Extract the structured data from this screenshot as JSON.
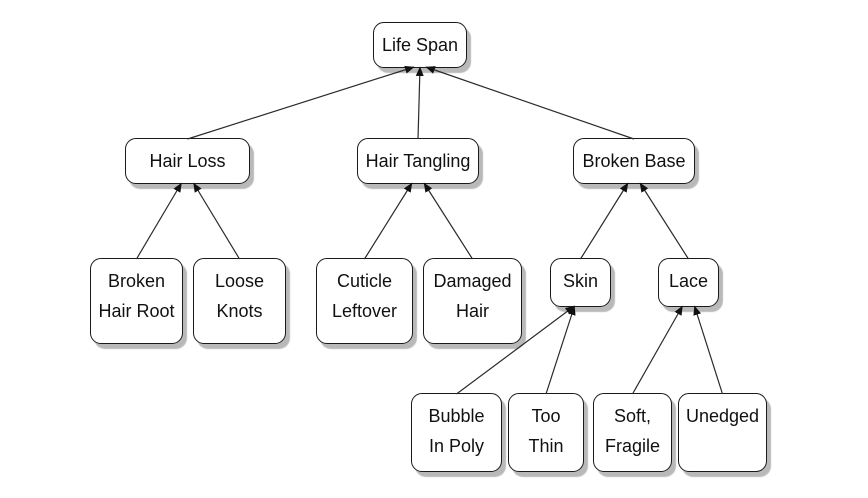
{
  "diagram": {
    "type": "tree",
    "arrow_direction": "children-point-to-parent",
    "background_color": "#ffffff",
    "node_fill_color": "#ffffff",
    "node_border_color": "#1a1a1a",
    "node_shadow_color": "#b9b9b9",
    "connector_color": "#2a2a2a",
    "root": "life-span"
  },
  "nodes": {
    "life-span": {
      "label": "Life Span"
    },
    "hair-loss": {
      "label": "Hair Loss"
    },
    "hair-tangling": {
      "label": "Hair Tangling"
    },
    "broken-base": {
      "label": "Broken Base"
    },
    "broken-hair-root": {
      "label": "Broken\nHair Root"
    },
    "loose-knots": {
      "label": "Loose\nKnots"
    },
    "cuticle-leftover": {
      "label": "Cuticle\nLeftover"
    },
    "damaged-hair": {
      "label": "Damaged\nHair"
    },
    "skin": {
      "label": "Skin"
    },
    "lace": {
      "label": "Lace"
    },
    "bubble-in-poly": {
      "label": "Bubble\nIn Poly"
    },
    "too-thin": {
      "label": "Too\nThin"
    },
    "soft-fragile": {
      "label": "Soft,\nFragile"
    },
    "unedged": {
      "label": "Unedged"
    }
  },
  "edges": [
    {
      "from": "hair-loss",
      "to": "life-span"
    },
    {
      "from": "hair-tangling",
      "to": "life-span"
    },
    {
      "from": "broken-base",
      "to": "life-span"
    },
    {
      "from": "broken-hair-root",
      "to": "hair-loss"
    },
    {
      "from": "loose-knots",
      "to": "hair-loss"
    },
    {
      "from": "cuticle-leftover",
      "to": "hair-tangling"
    },
    {
      "from": "damaged-hair",
      "to": "hair-tangling"
    },
    {
      "from": "skin",
      "to": "broken-base"
    },
    {
      "from": "lace",
      "to": "broken-base"
    },
    {
      "from": "bubble-in-poly",
      "to": "skin"
    },
    {
      "from": "too-thin",
      "to": "skin"
    },
    {
      "from": "soft-fragile",
      "to": "lace"
    },
    {
      "from": "unedged",
      "to": "lace"
    }
  ]
}
